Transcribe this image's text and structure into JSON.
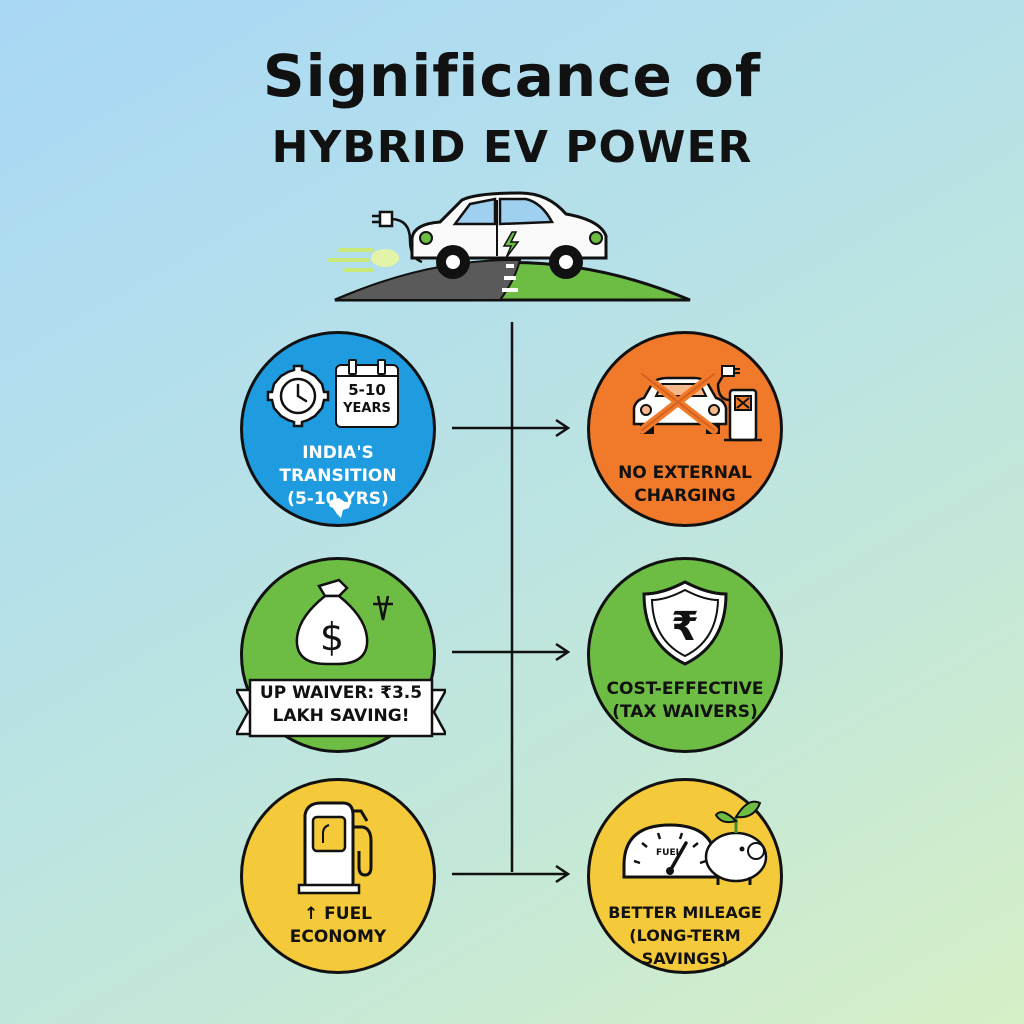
{
  "title": {
    "line1": "Significance of",
    "line2": "HYBRID EV POWER"
  },
  "colors": {
    "blue": "#1f9be0",
    "orange": "#f07a2a",
    "green": "#6dbd45",
    "yellow": "#f4c93a"
  },
  "left_items": [
    {
      "badge": {
        "line1": "5-10",
        "line2": "YEARS"
      },
      "label": {
        "line1": "INDIA'S TRANSITION",
        "line2": "(5-10 YRS)"
      }
    },
    {
      "banner": {
        "line1": "UP WAIVER: ₹3.5",
        "line2": "LAKH SAVING!"
      }
    },
    {
      "label": {
        "line1": "↑ FUEL",
        "line2": "ECONOMY"
      }
    }
  ],
  "right_items": [
    {
      "label": {
        "line1": "NO EXTERNAL",
        "line2": "CHARGING"
      }
    },
    {
      "label": {
        "line1": "COST-EFFECTIVE",
        "line2": "(TAX WAIVERS)"
      }
    },
    {
      "gauge_label": "FUEL",
      "label": {
        "line1": "BETTER MILEAGE",
        "line2": "(LONG-TERM SAVINGS)"
      }
    }
  ]
}
